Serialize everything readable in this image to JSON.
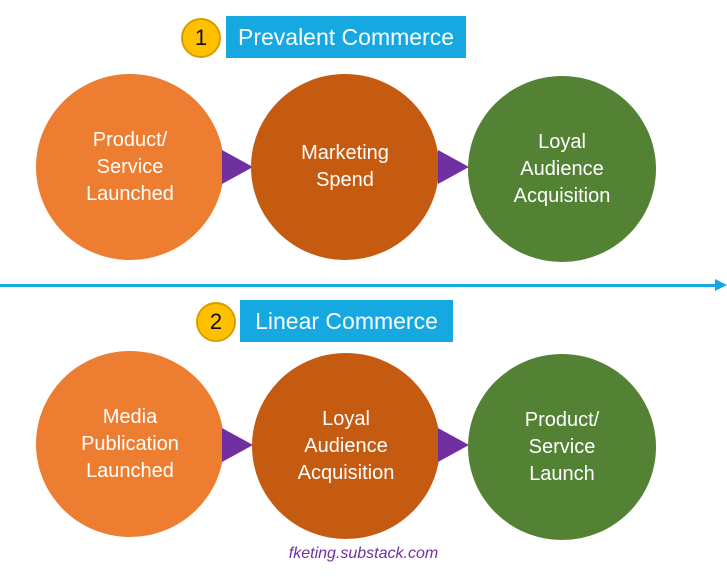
{
  "sections": [
    {
      "number": "1",
      "title": "Prevalent Commerce",
      "steps": [
        "Product/\nService\nLaunched",
        "Marketing\nSpend",
        "Loyal\nAudience\nAcquisition"
      ]
    },
    {
      "number": "2",
      "title": "Linear Commerce",
      "steps": [
        "Media\nPublication\nLaunched",
        "Loyal\nAudience\nAcquisition",
        "Product/\nService\nLaunch"
      ]
    }
  ],
  "footer": "fketing.substack.com",
  "colors": {
    "title_bg": "#16A9E1",
    "badge": "#FFC000",
    "step1": "#ED7D31",
    "step2": "#C55A11",
    "step3": "#548235",
    "arrow": "#7030A0",
    "footer_text": "#7030A0"
  }
}
